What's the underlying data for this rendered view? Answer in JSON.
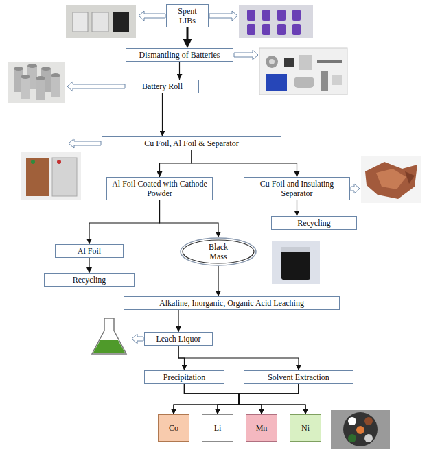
{
  "diagram": {
    "nodes": [
      {
        "text": [
          "Spent LIBs"
        ]
      },
      {
        "text": [
          "Dismantling of Batteries"
        ]
      },
      {
        "text": [
          "Battery Roll"
        ]
      },
      {
        "text": [
          "Cu Foil, Al Foil & Separator"
        ]
      },
      {
        "text": [
          "Al Foil Coated with Cathode Powder"
        ]
      },
      {
        "text": [
          "Cu Foil and Insulating Separator"
        ]
      },
      {
        "text": [
          "Recycling"
        ]
      },
      {
        "text": [
          "Al Foil"
        ]
      },
      {
        "text": [
          "Black Mass"
        ]
      },
      {
        "text": [
          "Recycling"
        ]
      },
      {
        "text": [
          "Alkaline, Inorganic, Organic Acid Leaching"
        ]
      },
      {
        "text": [
          "Leach Liquor"
        ]
      },
      {
        "text": [
          "Precipitation"
        ]
      },
      {
        "text": [
          "Solvent Extraction"
        ]
      },
      {
        "text": [
          "Co"
        ]
      },
      {
        "text": [
          "Li"
        ]
      },
      {
        "text": [
          "Mn"
        ]
      },
      {
        "text": [
          "Ni"
        ]
      }
    ],
    "edges": [
      {
        "from": 0,
        "to": 1,
        "arrow": "to"
      },
      {
        "from": 1,
        "to": 2,
        "arrow": "to"
      },
      {
        "from": 2,
        "to": 3,
        "arrow": "to"
      },
      {
        "from": 3,
        "to": 4,
        "arrow": "to"
      },
      {
        "from": 3,
        "to": 5,
        "arrow": "to"
      },
      {
        "from": 5,
        "to": 6,
        "arrow": "to"
      },
      {
        "from": 4,
        "to": 7,
        "arrow": "to"
      },
      {
        "from": 4,
        "to": 8,
        "arrow": "to"
      },
      {
        "from": 7,
        "to": 9,
        "arrow": "to"
      },
      {
        "from": 8,
        "to": 10,
        "arrow": "to"
      },
      {
        "from": 10,
        "to": 11,
        "arrow": "to"
      },
      {
        "from": 11,
        "to": 12,
        "arrow": "to"
      },
      {
        "from": 11,
        "to": 13,
        "arrow": "to"
      },
      {
        "from": 12,
        "to": 14,
        "arrow": "to"
      },
      {
        "from": 12,
        "to": 15,
        "arrow": "to"
      },
      {
        "from": 12,
        "to": 16,
        "arrow": "to"
      },
      {
        "from": 12,
        "to": 17,
        "arrow": "to"
      },
      {
        "from": 13,
        "to": 14,
        "arrow": "to"
      },
      {
        "from": 13,
        "to": 15,
        "arrow": "to"
      },
      {
        "from": 13,
        "to": 16,
        "arrow": "to"
      },
      {
        "from": 13,
        "to": 17,
        "arrow": "to"
      }
    ]
  }
}
